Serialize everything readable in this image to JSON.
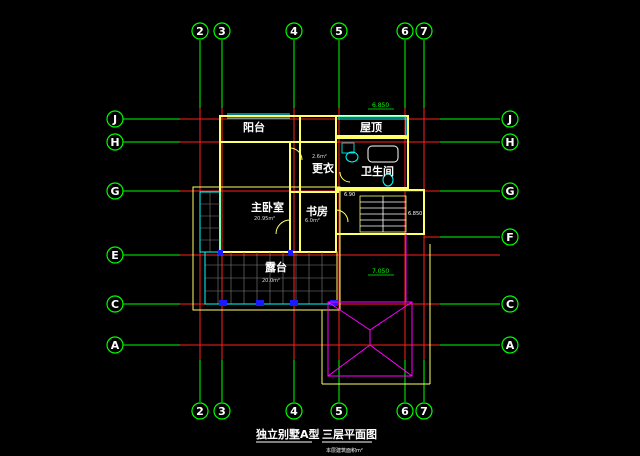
{
  "drawing": {
    "title": "独立别墅A型",
    "subtitle": "三层平面图",
    "area_note": "本层建筑面积m²"
  },
  "axes": {
    "vertical": [
      "2",
      "3",
      "4",
      "5",
      "6",
      "7"
    ],
    "horizontal_left": [
      "J",
      "H",
      "G",
      "E",
      "C",
      "A"
    ],
    "horizontal_right": [
      "J",
      "H",
      "G",
      "F",
      "C",
      "A"
    ]
  },
  "rooms": {
    "balcony_top": "阳台",
    "roof_top": "屋顶",
    "dressing": "更衣",
    "bathroom": "卫生间",
    "master_bedroom": "主卧室",
    "master_area": "20.95m²",
    "study": "书房",
    "study_area": "6.0m²",
    "terrace": "露台",
    "terrace_area": "20.0m²",
    "dressing_area": "2.6m²"
  },
  "elevations": {
    "roof_level": "6.850",
    "terrace_level": "7.050",
    "stair_level": "6.850",
    "bath_level": "6.90"
  },
  "colors": {
    "background": "#000000",
    "axis_line": "#00ff00",
    "grid_line": "#ff0000",
    "wall": "#ffff66",
    "window": "#00ffff",
    "fixture": "#ff00ff",
    "text": "#ffffff",
    "column": "#0000ff"
  }
}
